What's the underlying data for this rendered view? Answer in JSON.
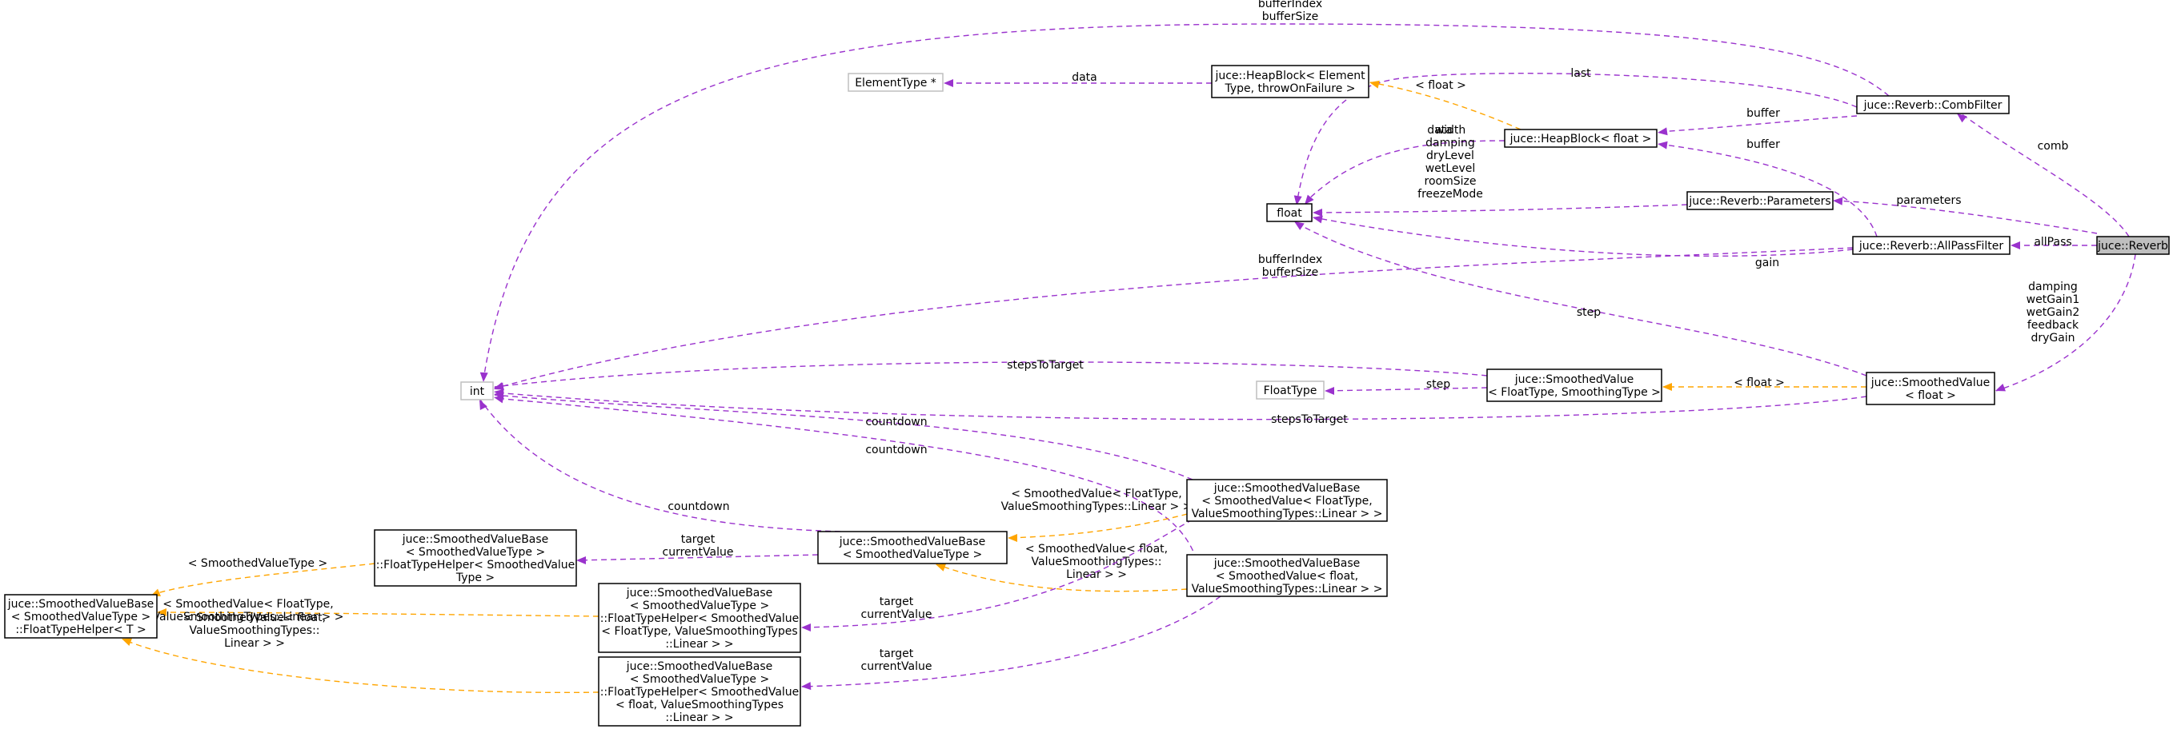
{
  "colors": {
    "uses_edge": "#9a32cd",
    "template_edge": "#ffa500",
    "inheritance_edge": "#191970",
    "selected_node_fill": "#bfbfbf",
    "external_node_border": "#bfbfbf"
  },
  "nodes": {
    "reverb": [
      "juce::Reverb"
    ],
    "combFilter": [
      "juce::Reverb::CombFilter"
    ],
    "parameters": [
      "juce::Reverb::Parameters"
    ],
    "allPassFilter": [
      "juce::Reverb::AllPassFilter"
    ],
    "heapBlockFloat": [
      "juce::HeapBlock< float >"
    ],
    "heapBlockElement": [
      "juce::HeapBlock< Element",
      "Type, throwOnFailure >"
    ],
    "elementType": [
      "ElementType *"
    ],
    "floatType": [
      "float"
    ],
    "intType": [
      "int"
    ],
    "floatTypeNode": [
      "FloatType"
    ],
    "smoothedValueFloat": [
      "juce::SmoothedValue",
      "< float >"
    ],
    "smoothedValueTemplate": [
      "juce::SmoothedValue",
      "< FloatType, SmoothingType >"
    ],
    "svbFloatTypeLinear": [
      "juce::SmoothedValueBase",
      "< SmoothedValue< FloatType,",
      "ValueSmoothingTypes::Linear > >"
    ],
    "svbFloatLinear": [
      "juce::SmoothedValueBase",
      "< SmoothedValue< float,",
      "ValueSmoothingTypes::Linear > >"
    ],
    "svbTemplate": [
      "juce::SmoothedValueBase",
      "< SmoothedValueType >"
    ],
    "helperSmoothedValueType": [
      "juce::SmoothedValueBase",
      "< SmoothedValueType >",
      "::FloatTypeHelper< SmoothedValue",
      "Type >"
    ],
    "helperT": [
      "juce::SmoothedValueBase",
      "< SmoothedValueType >",
      "::FloatTypeHelper< T >"
    ],
    "helperFloatTypeLinear": [
      "juce::SmoothedValueBase",
      "< SmoothedValueType >",
      "::FloatTypeHelper< SmoothedValue",
      "< FloatType, ValueSmoothingTypes",
      "::Linear > >"
    ],
    "helperFloatLinear": [
      "juce::SmoothedValueBase",
      "< SmoothedValueType >",
      "::FloatTypeHelper< SmoothedValue",
      "< float, ValueSmoothingTypes",
      "::Linear > >"
    ]
  },
  "edge_labels": {
    "comb": [
      "comb"
    ],
    "parameters": [
      "parameters"
    ],
    "allPass": [
      "allPass"
    ],
    "reverbSmoothed": [
      "damping",
      "wetGain1",
      "wetGain2",
      "feedback",
      "dryGain"
    ],
    "combBufferIndex": [
      "bufferIndex",
      "bufferSize"
    ],
    "combLast": [
      "last"
    ],
    "combBuffer": [
      "buffer"
    ],
    "heapData": [
      "data"
    ],
    "heapElementData": [
      "data"
    ],
    "heapFloatTmpl": [
      "< float >"
    ],
    "allPassBuffer": [
      "buffer"
    ],
    "paramsFloat": [
      "width",
      "damping",
      "dryLevel",
      "wetLevel",
      "roomSize",
      "freezeMode"
    ],
    "allPassGain": [
      "gain"
    ],
    "allPassInt": [
      "bufferIndex",
      "bufferSize"
    ],
    "smoothedStep": [
      "step"
    ],
    "smoothedTmpl": [
      "< float >"
    ],
    "stepsToTarget1": [
      "stepsToTarget"
    ],
    "stepsToTarget2": [
      "stepsToTarget"
    ],
    "svTemplateStep": [
      "step"
    ],
    "countdown1": [
      "countdown"
    ],
    "countdown2": [
      "countdown"
    ],
    "countdown3": [
      "countdown"
    ],
    "svbTmpl1": [
      "< SmoothedValue< FloatType,",
      "ValueSmoothingTypes::Linear > >"
    ],
    "svbTmpl2": [
      "< SmoothedValue< float,",
      "ValueSmoothingTypes::",
      "Linear > >"
    ],
    "svbTarget": [
      "target",
      "currentValue"
    ],
    "helperTmpl1": [
      "< SmoothedValueType >"
    ],
    "helperTmpl2": [
      "< SmoothedValue< FloatType,",
      "ValueSmoothingTypes::Linear > >"
    ],
    "helperTmpl3": [
      "< SmoothedValue< float,",
      "ValueSmoothingTypes::",
      "Linear > >"
    ],
    "target1": [
      "target",
      "currentValue"
    ],
    "target2": [
      "target",
      "currentValue"
    ]
  }
}
